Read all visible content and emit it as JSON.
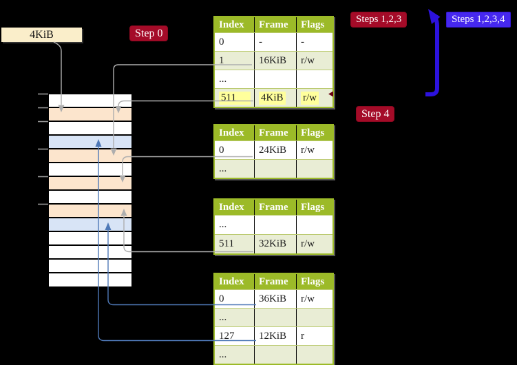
{
  "labels": {
    "frame_size_tag": "4KiB",
    "step0_badge": "Step 0",
    "steps123_badge": "Steps 1,2,3",
    "steps1234_badge": "Steps 1,2,3,4",
    "step4_badge": "Step 4"
  },
  "colors": {
    "background": "#000000",
    "table_header_green": "#9cba28",
    "table_row_shaded": "#e9edd5",
    "highlight_yellow": "#ffff9c",
    "memory_frame_peach": "#fce5cd",
    "memory_frame_blue": "#d8e4f6",
    "badge_red": "#a40b28",
    "badge_blue": "#4628ef",
    "arrow_gray": "#aeaeae",
    "arrow_blue_thin": "#4f79b7",
    "arrow_blue_thick": "#2c12dd",
    "frame_tag_bg": "#faeeca"
  },
  "memory_column": {
    "rows": [
      "white",
      "peach",
      "white",
      "blue",
      "peach",
      "white",
      "peach",
      "white",
      "peach",
      "blue",
      "white",
      "white",
      "white",
      "white"
    ]
  },
  "page_tables": [
    {
      "headers": [
        "Index",
        "Frame",
        "Flags"
      ],
      "rows": [
        {
          "cells": [
            "0",
            "-",
            "-"
          ]
        },
        {
          "cells": [
            "1",
            "16KiB",
            "r/w"
          ],
          "shaded": true
        },
        {
          "cells": [
            "...",
            "",
            ""
          ]
        },
        {
          "cells": [
            "511",
            "4KiB",
            "r/w"
          ],
          "shaded": true,
          "highlighted": true
        }
      ]
    },
    {
      "headers": [
        "Index",
        "Frame",
        "Flags"
      ],
      "rows": [
        {
          "cells": [
            "0",
            "24KiB",
            "r/w"
          ]
        },
        {
          "cells": [
            "...",
            "",
            ""
          ],
          "shaded": true
        }
      ]
    },
    {
      "headers": [
        "Index",
        "Frame",
        "Flags"
      ],
      "rows": [
        {
          "cells": [
            "...",
            "",
            ""
          ]
        },
        {
          "cells": [
            "511",
            "32KiB",
            "r/w"
          ],
          "shaded": true
        }
      ]
    },
    {
      "headers": [
        "Index",
        "Frame",
        "Flags"
      ],
      "rows": [
        {
          "cells": [
            "0",
            "36KiB",
            "r/w"
          ]
        },
        {
          "cells": [
            "...",
            "",
            ""
          ],
          "shaded": true
        },
        {
          "cells": [
            "127",
            "12KiB",
            "r"
          ]
        },
        {
          "cells": [
            "...",
            "",
            ""
          ],
          "shaded": true
        }
      ]
    }
  ]
}
